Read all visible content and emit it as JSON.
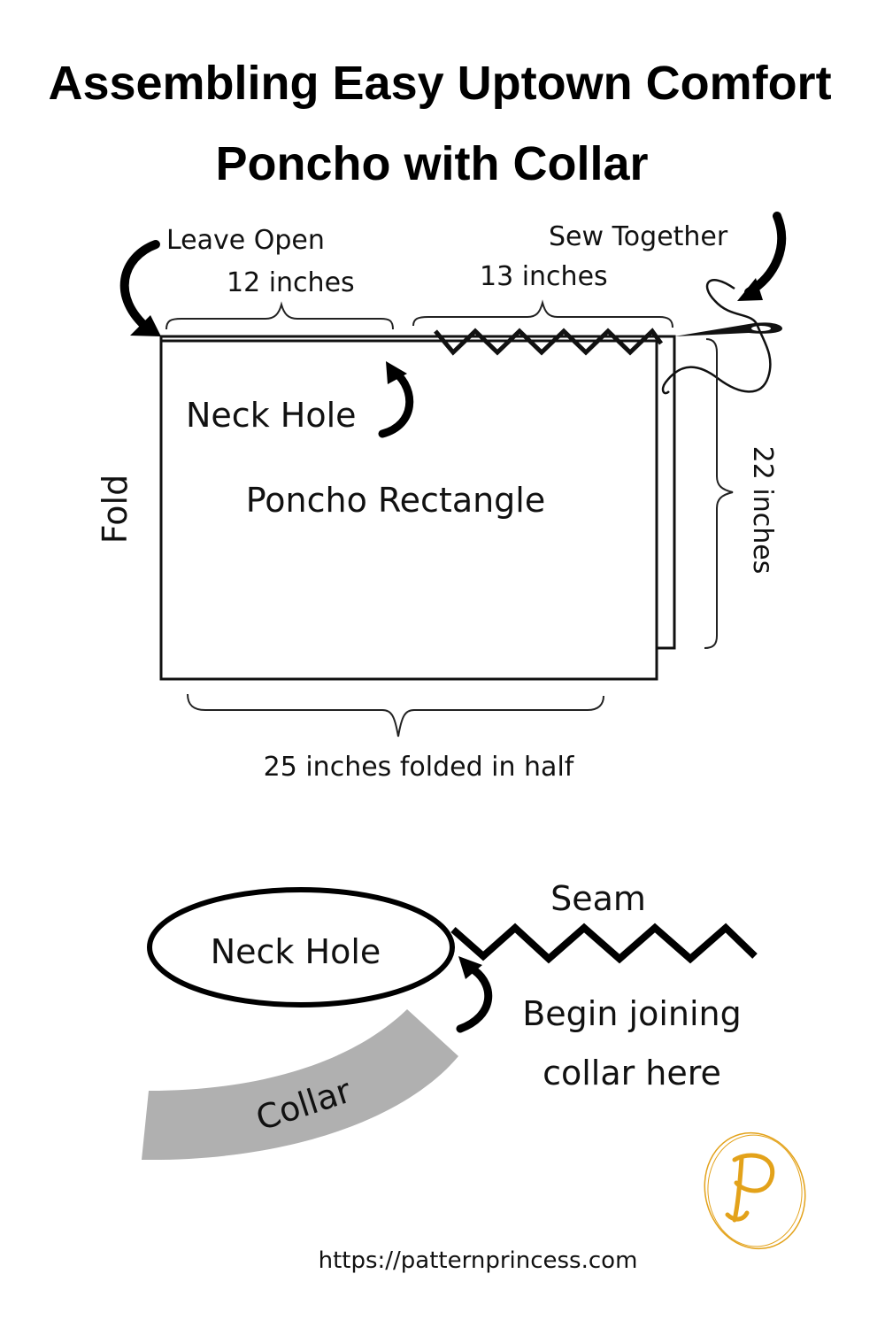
{
  "title": {
    "line1": "Assembling Easy Uptown Comfort",
    "line2": "Poncho with Collar"
  },
  "top_diagram": {
    "leave_open": "Leave Open",
    "sew_together": "Sew Together",
    "width_open": "12 inches",
    "width_sewn": "13 inches",
    "neck_hole": "Neck Hole",
    "rectangle": "Poncho Rectangle",
    "fold": "Fold",
    "height": "22 inches",
    "bottom_width": "25 inches folded in half"
  },
  "bottom_diagram": {
    "neck_hole": "Neck Hole",
    "seam": "Seam",
    "begin_line1": "Begin joining",
    "begin_line2": "collar here",
    "collar": "Collar"
  },
  "logo": {
    "letter": "P",
    "color": "#e3a21a"
  },
  "footer": {
    "url": "https://patternprincess.com"
  },
  "colors": {
    "ink": "#111111",
    "collar": "#b0b0b0"
  }
}
